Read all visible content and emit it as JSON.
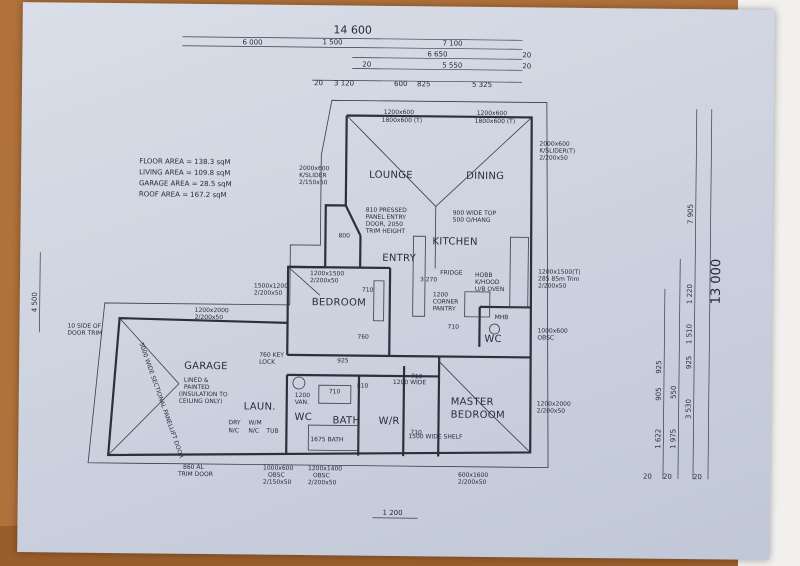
{
  "areas": {
    "floor": "FLOOR AREA = 138.3 sqM",
    "living": "LIVING AREA = 109.8 sqM",
    "garage": "GARAGE AREA = 28.5 sqM",
    "roof": "ROOF AREA = 167.2 sqM"
  },
  "rooms": {
    "lounge": "LOUNGE",
    "dining": "DINING",
    "kitchen": "KITCHEN",
    "entry": "ENTRY",
    "bedroom": "BEDROOM",
    "garage": "GARAGE",
    "laundry": "LAUN.",
    "wc1": "WC",
    "wc2": "WC",
    "bath": "BATH",
    "wr": "W/R",
    "master1": "MASTER",
    "master2": "BEDROOM"
  },
  "top_dims": {
    "overall": "14 600",
    "d1": "6 000",
    "d2": "1 500",
    "d3": "7 100",
    "d4": "6 650",
    "d5": "5 550",
    "d6": "3 120",
    "d7": "600",
    "d8": "825",
    "d9": "5 325",
    "e20a": "20",
    "e20b": "20",
    "e20c": "20",
    "e20d": "20"
  },
  "right_dims": {
    "overall": "13 000",
    "r1": "7 905",
    "r2": "1 510",
    "r3": "1 220",
    "r4": "925",
    "r5": "3 530",
    "r6": "1 622",
    "r7": "905",
    "r8": "925",
    "r9": "550",
    "r10": "1 975",
    "r11": "20",
    "r12": "20",
    "r13": "20"
  },
  "bottom_dim": "1 200",
  "left_dim": "4 500",
  "notes": {
    "garage_door": "5000 WIDE SECTIONAL PANELLIFT DOOR",
    "garage_lined1": "LINED &",
    "garage_lined2": "PAINTED",
    "garage_lined3": "(INSULATION TO",
    "garage_lined4": "CEILING ONLY)",
    "entry_door1": "810 PRESSED",
    "entry_door2": "PANEL ENTRY",
    "entry_door3": "DOOR, 2050",
    "entry_door4": "TRIM HEIGHT",
    "bench1": "900 WIDE TOP",
    "bench2": "500 O/HANG",
    "hobb1": "HOBB",
    "hobb2": "K/HOOD",
    "hobb3": "U/B OVEN",
    "corner1": "1200",
    "corner2": "CORNER",
    "corner3": "PANTRY",
    "fridge": "FRIDGE",
    "bath_label": "1675 BATH",
    "key_lock1": "760 KEY",
    "key_lock2": "LOCK",
    "trim_door1": "860 AL",
    "trim_door2": "TRIM DOOR",
    "vanity1": "1200",
    "vanity2": "VAN.",
    "dry": "DRY",
    "wm": "W/M",
    "nic1": "N/C",
    "nic2": "N/C",
    "tub": "TUB",
    "side_door1": "10 SIDE OF",
    "side_door2": "DOOR TRIM",
    "wir": "1500 WIDE SHELF",
    "robe": "1200 WIDE",
    "v760": "760",
    "v810": "810",
    "v925": "925",
    "v710a": "710",
    "v710b": "710",
    "v710c": "710",
    "v710d": "710",
    "v710e": "710",
    "v800": "800",
    "v3270": "3 270",
    "mhb": "MHB"
  },
  "windows": {
    "w_top1": "1200x600",
    "w_top2": "1800x600 (T)",
    "w_top3": "1200x600",
    "w_top4": "1800x600 (T)",
    "w_lounge1": "2000x600",
    "w_lounge2": "K/SLIDER",
    "w_lounge3": "2/150x50",
    "w_dining1": "2000x600",
    "w_dining2": "K/SLIDER(T)",
    "w_dining3": "2/200x50",
    "w_kitchen1": "1200x1500(T)",
    "w_kitchen2": "285 85m Trim",
    "w_kitchen3": "2/200x50",
    "w_bed1": "1200x1500",
    "w_bed2": "2/200x50",
    "w_bedleft1": "1500x1200",
    "w_bedleft2": "2/200x50",
    "w_garage1": "1200x2000",
    "w_garage2": "2/200x50",
    "w_wc1": "1000x600",
    "w_wc2": "OBSC",
    "w_master1": "1200x2000",
    "w_master2": "2/200x50",
    "w_bot1a": "1000x600",
    "w_bot1b": "OBSC",
    "w_bot1c": "2/150x50",
    "w_bot2a": "1200x1400",
    "w_bot2b": "OBSC",
    "w_bot2c": "2/200x50",
    "w_bot3a": "600x1600",
    "w_bot3b": "2/200x50"
  }
}
